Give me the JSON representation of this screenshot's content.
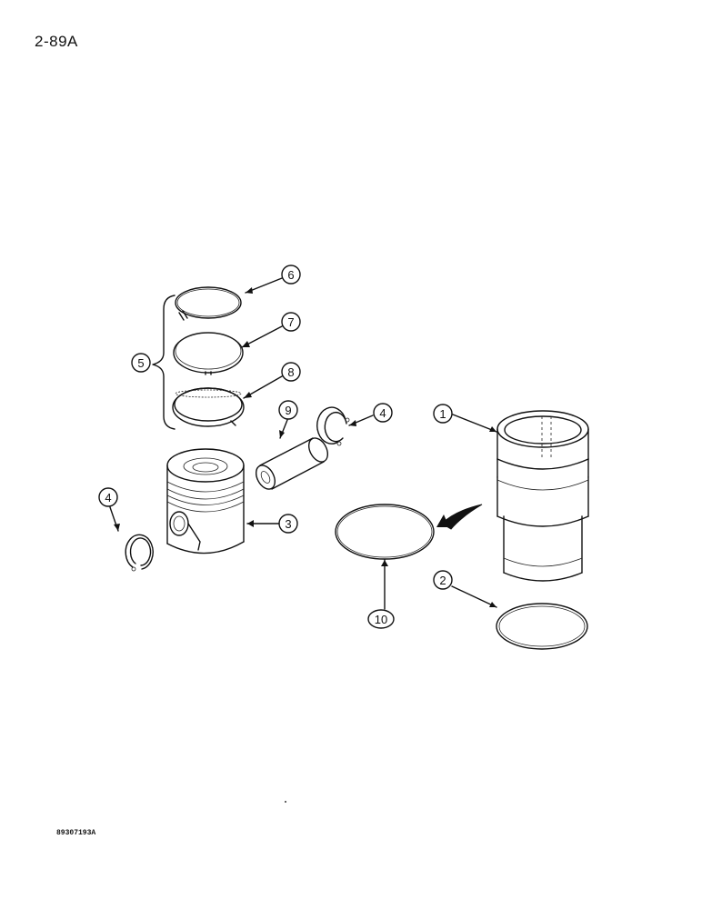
{
  "page": {
    "page_number": "2-89A",
    "figure_code": "89307193A"
  },
  "callouts": {
    "c1": "1",
    "c2": "2",
    "c3": "3",
    "c4_left": "4",
    "c4_right": "4",
    "c5": "5",
    "c6": "6",
    "c7": "7",
    "c8": "8",
    "c9": "9",
    "c10": "10"
  },
  "parts": [
    "cylinder-sleeve",
    "sleeve-seal-ring",
    "piston",
    "snap-ring",
    "piston-ring-set",
    "top-compression-ring",
    "second-compression-ring",
    "oil-control-ring",
    "piston-pin",
    "o-ring-seal"
  ]
}
